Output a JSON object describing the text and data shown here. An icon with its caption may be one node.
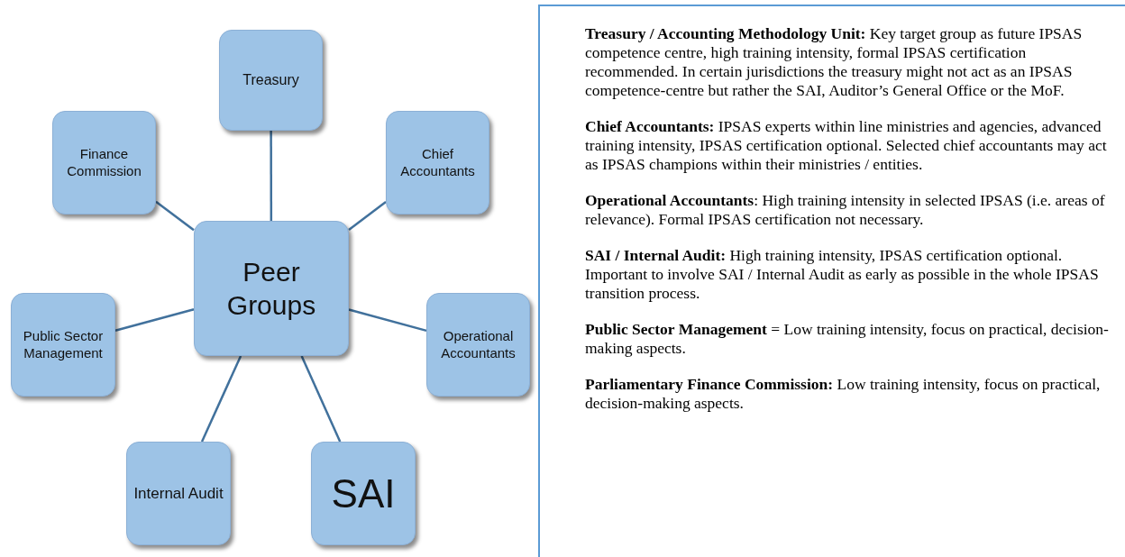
{
  "diagram": {
    "nodes": [
      {
        "text": [
          "Treasury"
        ]
      },
      {
        "text": [
          "Finance Commission"
        ]
      },
      {
        "text": [
          "Chief Accountants"
        ]
      },
      {
        "text": [
          "Peer Groups"
        ]
      },
      {
        "text": [
          "Public Sector Management"
        ]
      },
      {
        "text": [
          "Operational Accountants"
        ]
      },
      {
        "text": [
          "Internal Audit"
        ]
      },
      {
        "text": [
          "SAI"
        ]
      }
    ],
    "edges": [
      {
        "from": 3,
        "to": 0,
        "arrow": "none"
      },
      {
        "from": 3,
        "to": 1,
        "arrow": "none"
      },
      {
        "from": 3,
        "to": 2,
        "arrow": "none"
      },
      {
        "from": 3,
        "to": 4,
        "arrow": "none"
      },
      {
        "from": 3,
        "to": 5,
        "arrow": "none"
      },
      {
        "from": 3,
        "to": 6,
        "arrow": "none"
      },
      {
        "from": 3,
        "to": 7,
        "arrow": "none"
      }
    ],
    "labels": [
      "**Treasury / Accounting Methodology Unit:** Key target group as future IPSAS competence centre, high training intensity, formal IPSAS certification recommended. In certain jurisdictions the treasury might not act as an IPSAS competence-centre but rather the SAI, Auditor’s General Office or the MoF.",
      "**Chief Accountants:** IPSAS experts within line ministries and agencies, advanced training intensity, IPSAS certification optional. Selected chief accountants may act as IPSAS champions within their ministries / entities.",
      "**Operational Accountants**: High training intensity in selected IPSAS (i.e. areas of relevance). Formal IPSAS certification not necessary.",
      "**SAI / Internal Audit:** High training intensity, IPSAS certification optional. Important to involve SAI / Internal Audit as early as possible in the whole IPSAS transition process.",
      "**Public Sector Management** = Low training intensity, focus on practical, decision-making aspects.",
      "**Parliamentary Finance Commission:** Low training intensity, focus on practical, decision-making aspects."
    ]
  }
}
